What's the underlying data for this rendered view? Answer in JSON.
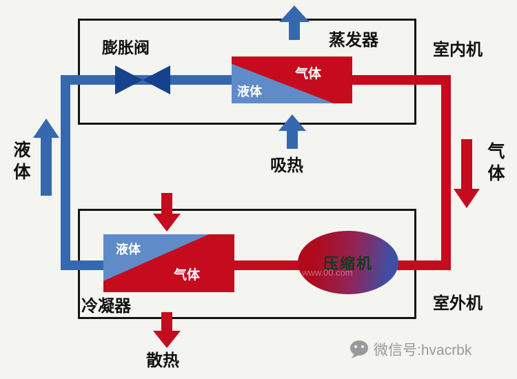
{
  "colors": {
    "blue": "#3668ae",
    "red": "#c60b1e",
    "valve_blue": "#16418c",
    "light_blue": "#5f8cc8"
  },
  "labels": {
    "expansion_valve": "膨胀阀",
    "evaporator": "蒸发器",
    "indoor_unit": "室内机",
    "absorb_heat": "吸热",
    "left_liquid": "液体",
    "right_gas": "气体",
    "evap_liquid": "液体",
    "evap_gas": "气体",
    "cond_liquid": "液体",
    "cond_gas": "气体",
    "condenser": "冷凝器",
    "compressor": "压缩机",
    "outdoor_unit": "室外机",
    "release_heat": "散热"
  },
  "footer": {
    "wechat_id": "微信号:hvacrbk"
  },
  "watermark": {
    "text": "www.00.com"
  }
}
